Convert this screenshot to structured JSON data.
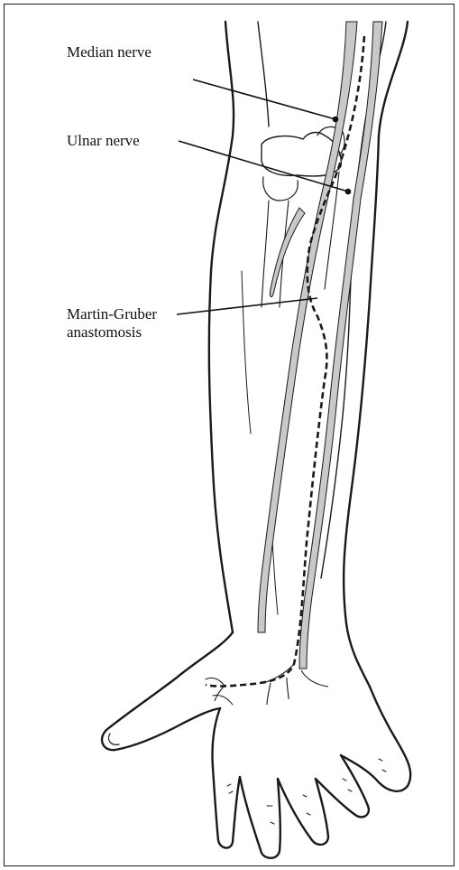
{
  "labels": {
    "median_nerve": "Median nerve",
    "ulnar_nerve": "Ulnar nerve",
    "martin_gruber_line1": "Martin-Gruber",
    "martin_gruber_line2": "anastomosis"
  },
  "colors": {
    "outline": "#1a1a1a",
    "vessel_fill": "#c9c9c9",
    "leader": "#111111",
    "background": "#ffffff"
  }
}
